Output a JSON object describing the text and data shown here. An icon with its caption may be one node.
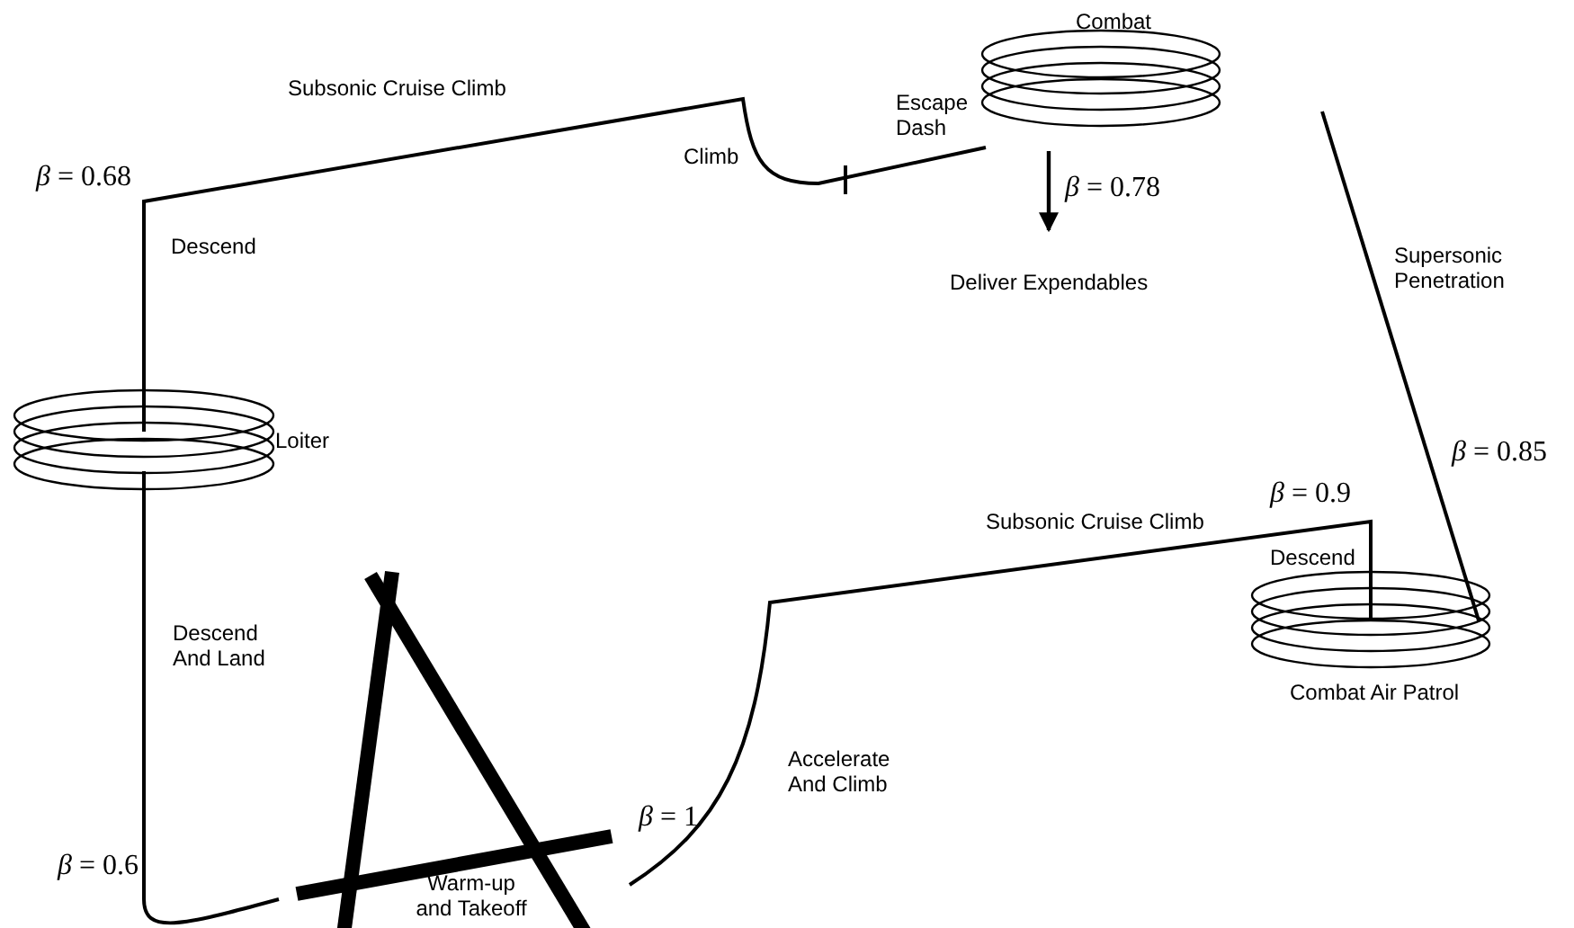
{
  "diagram": {
    "labels": [
      "Combat",
      "Subsonic Cruise Climb",
      "Escape Dash",
      "Climb",
      "*β* = 0.68",
      "*β* = 0.78",
      "Descend",
      "Deliver Expendables",
      "Supersonic Penetration",
      "Loiter",
      "*β* = 0.85",
      "*β* = 0.9",
      "Subsonic Cruise Climb",
      "Descend",
      "Descend And Land",
      "Accelerate And Climb",
      "Combat Air Patrol",
      "*β* = 1",
      "*β* = 0.6",
      "Warm-up and Takeoff"
    ]
  }
}
